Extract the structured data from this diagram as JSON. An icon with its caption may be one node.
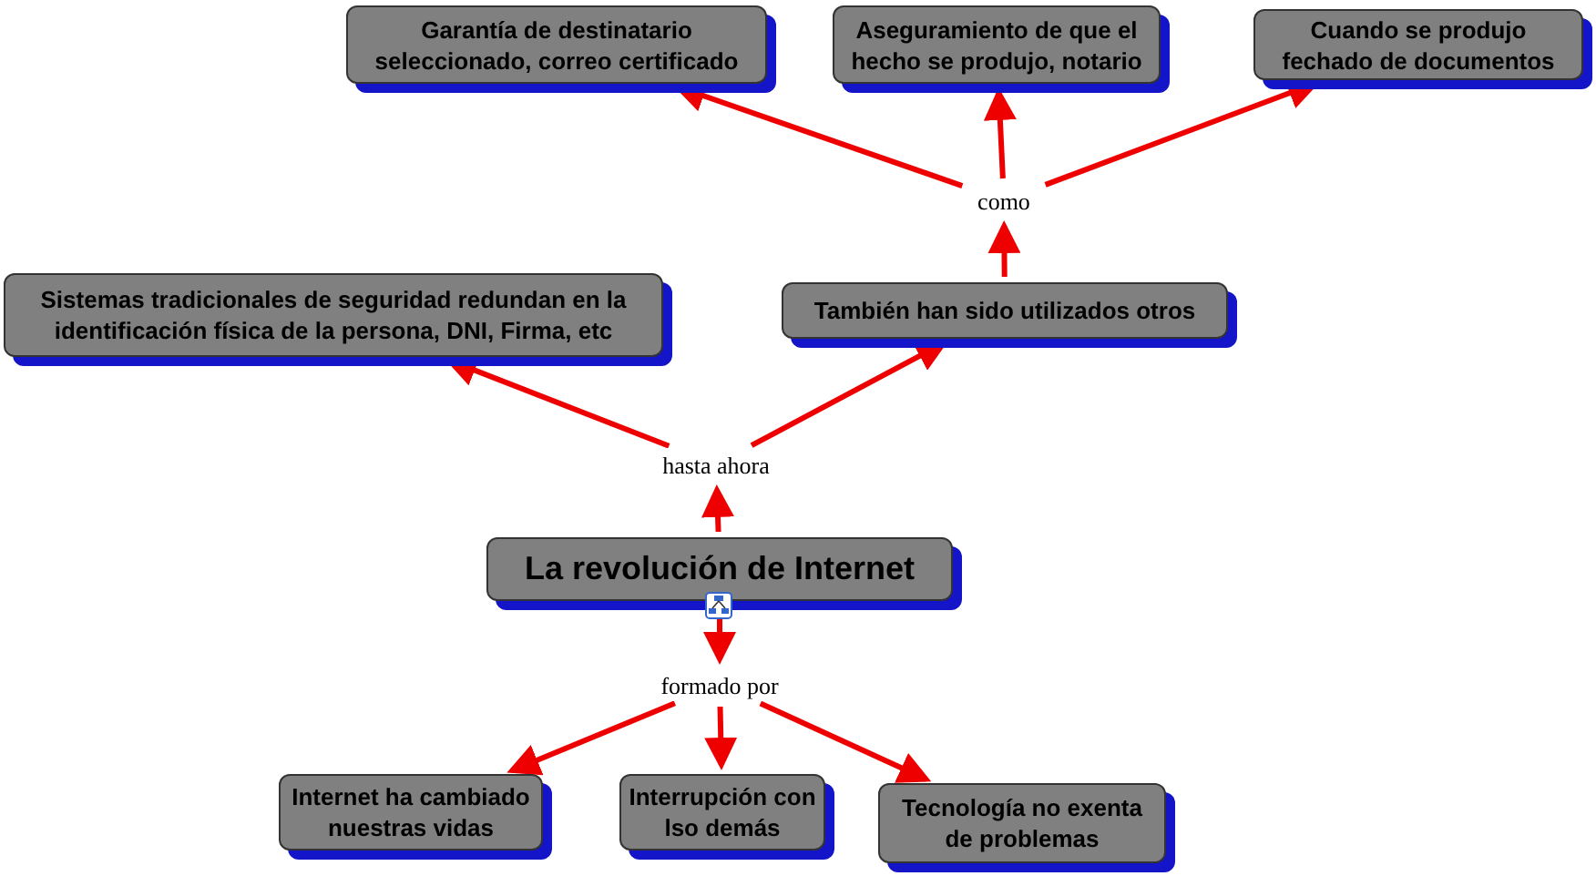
{
  "diagram": {
    "nodes": [
      {
        "text": [
          "La revolución de Internet"
        ]
      },
      {
        "text": [
          "hasta ahora"
        ]
      },
      {
        "text": [
          "Sistemas tradicionales de seguridad redundan en la identificación física de la persona, DNI, Firma, etc"
        ]
      },
      {
        "text": [
          "También han sido utilizados otros"
        ]
      },
      {
        "text": [
          "como"
        ]
      },
      {
        "text": [
          "Garantía de destinatario seleccionado, correo certificado"
        ]
      },
      {
        "text": [
          "Aseguramiento de que el hecho se produjo, notario"
        ]
      },
      {
        "text": [
          "Cuando se produjo fechado de documentos"
        ]
      },
      {
        "text": [
          "formado por"
        ]
      },
      {
        "text": [
          "Internet ha cambiado nuestras vidas"
        ]
      },
      {
        "text": [
          "Interrupción con lso demás"
        ]
      },
      {
        "text": [
          "Tecnología no exenta de problemas"
        ]
      }
    ],
    "edges": [
      {
        "from": 0,
        "to": 1,
        "arrow": "to"
      },
      {
        "from": 1,
        "to": 2,
        "arrow": "to"
      },
      {
        "from": 1,
        "to": 3,
        "arrow": "to"
      },
      {
        "from": 3,
        "to": 4,
        "arrow": "to"
      },
      {
        "from": 4,
        "to": 5,
        "arrow": "to"
      },
      {
        "from": 4,
        "to": 6,
        "arrow": "to"
      },
      {
        "from": 4,
        "to": 7,
        "arrow": "to"
      },
      {
        "from": 0,
        "to": 8,
        "arrow": "to"
      },
      {
        "from": 8,
        "to": 9,
        "arrow": "to"
      },
      {
        "from": 8,
        "to": 10,
        "arrow": "to"
      },
      {
        "from": 8,
        "to": 11,
        "arrow": "to"
      }
    ]
  }
}
